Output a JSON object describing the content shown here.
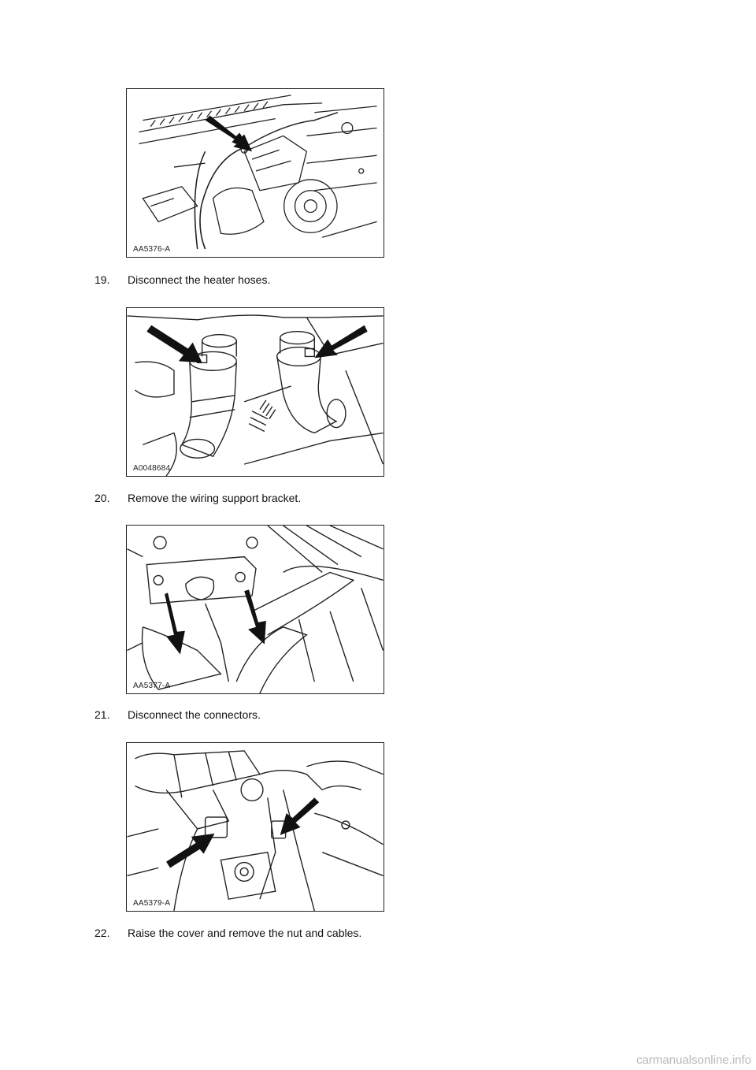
{
  "figures": [
    {
      "label": "AA5376-A"
    },
    {
      "label": "A0048684"
    },
    {
      "label": "AA5377-A"
    },
    {
      "label": "AA5379-A"
    }
  ],
  "steps": [
    {
      "number": "19.",
      "text": "Disconnect the heater hoses."
    },
    {
      "number": "20.",
      "text": "Remove the wiring support bracket."
    },
    {
      "number": "21.",
      "text": "Disconnect the connectors."
    },
    {
      "number": "22.",
      "text": "Raise the cover and remove the nut and cables."
    }
  ],
  "watermark": "carmanualsonline.info"
}
